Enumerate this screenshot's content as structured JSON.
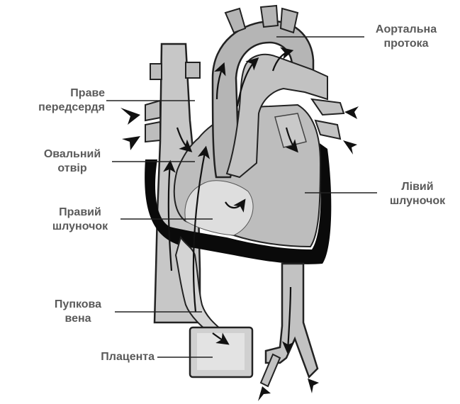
{
  "labels": {
    "right_atrium": [
      "Праве",
      "передсердя"
    ],
    "foramen_ovale": [
      "Овальний",
      "отвір"
    ],
    "right_ventricle": [
      "Правий",
      "шлуночок"
    ],
    "umbilical_vein": [
      "Пупкова",
      "вена"
    ],
    "placenta": "Плацента",
    "ductus_arteriosus": [
      "Аортальна",
      "протока"
    ],
    "left_ventricle": [
      "Лівий",
      "шлуночок"
    ]
  },
  "colors": {
    "label_text": "#5a5a5a",
    "vessel_fill": "#b5b5b5",
    "vessel_dark": "#000000",
    "light_fill": "#d9d9d9"
  }
}
